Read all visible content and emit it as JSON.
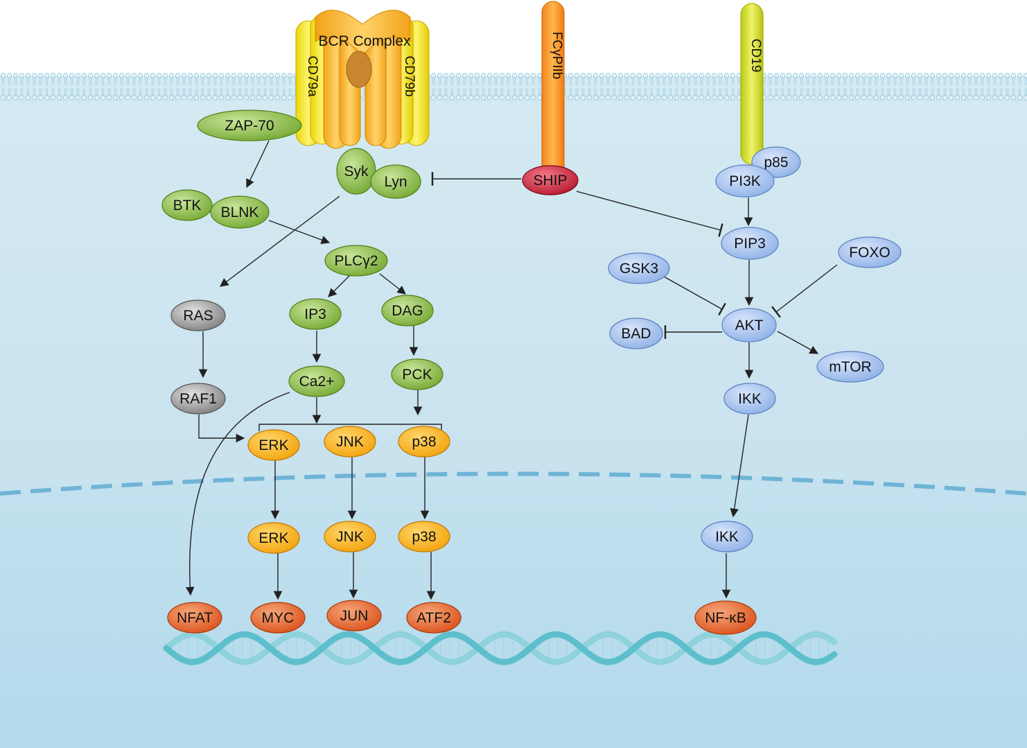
{
  "receptors": {
    "bcr": "BCR Complex",
    "cd79a": "CD79a",
    "cd79b": "CD79b",
    "fcgr": "FCγPIIb",
    "cd19": "CD19"
  },
  "nodes": {
    "zap70": "ZAP-70",
    "syk": "Syk",
    "lyn": "Lyn",
    "ship": "SHIP",
    "p85": "p85",
    "pi3k": "PI3K",
    "btk": "BTK",
    "blnk": "BLNK",
    "plcg2": "PLCγ2",
    "pip3": "PIP3",
    "gsk3": "GSK3",
    "foxo": "FOXO",
    "ras": "RAS",
    "ip3": "IP3",
    "dag": "DAG",
    "akt": "AKT",
    "bad": "BAD",
    "mtor": "mTOR",
    "raf1": "RAF1",
    "ca2": "Ca2+",
    "pck": "PCK",
    "ikk_cyto": "IKK",
    "erk_cyto": "ERK",
    "jnk_cyto": "JNK",
    "p38_cyto": "p38",
    "erk_nuc": "ERK",
    "jnk_nuc": "JNK",
    "p38_nuc": "p38",
    "ikk_nuc": "IKK",
    "nfat": "NFAT",
    "myc": "MYC",
    "jun": "JUN",
    "atf2": "ATF2",
    "nfkb": "NF-κB"
  },
  "colors": {
    "green": "#8cc63f",
    "blue": "#a9c4ee",
    "gray": "#a0a0a0",
    "orange_kinase": "#fbb314",
    "orange_tf": "#e8642a",
    "red": "#c8213a",
    "membrane_orange": "#f7941d",
    "cd19_yellow": "#d6e022",
    "cytoplasm": "#cfe5ef"
  }
}
